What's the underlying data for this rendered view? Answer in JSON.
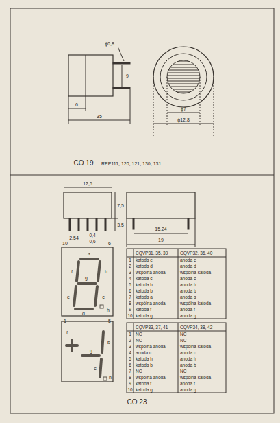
{
  "diagram": {
    "labels": [
      "ϕ0,8",
      "9",
      "6",
      "35",
      "ϕ7",
      "ϕ12,8",
      "CO 19",
      "RPP111, 120, 121, 130, 131",
      "12,5",
      "7,5",
      "3,5",
      "2,54",
      "0,4",
      "0,6",
      "15,24",
      "19",
      "10",
      "6",
      "a",
      "f",
      "b",
      "g",
      "e",
      "c",
      "d",
      "h",
      "1",
      "5",
      "CQVP31, 35, 39",
      "CQVP32, 36, 40",
      "1",
      "katoda e",
      "anoda e",
      "2",
      "katoda d",
      "anoda d",
      "3",
      "wspólna anoda",
      "wspólna katoda",
      "4",
      "katoda c",
      "anoda c",
      "5",
      "katoda h",
      "anoda h",
      "6",
      "katoda b",
      "anoda b",
      "7",
      "katoda a",
      "anoda a",
      "8",
      "wspólna anoda",
      "wspólna katoda",
      "9",
      "katoda f",
      "anoda f",
      "10",
      "katoda g",
      "anoda g",
      "f",
      "g",
      "b",
      "c",
      "h",
      "CQVP33, 37, 41",
      "CQVP34, 38, 42",
      "1",
      "NC",
      "NC",
      "2",
      "NC",
      "NC",
      "3",
      "wspólna anoda",
      "wspólna katoda",
      "4",
      "anoda c",
      "anoda c",
      "5",
      "katoda h",
      "anoda h",
      "6",
      "katoda b",
      "anoda b",
      "7",
      "NC",
      "NC",
      "8",
      "wspólna anoda",
      "wspólna katoda",
      "9",
      "katoda f",
      "anoda f",
      "10",
      "katoda g",
      "anoda g",
      "CO 23"
    ]
  }
}
